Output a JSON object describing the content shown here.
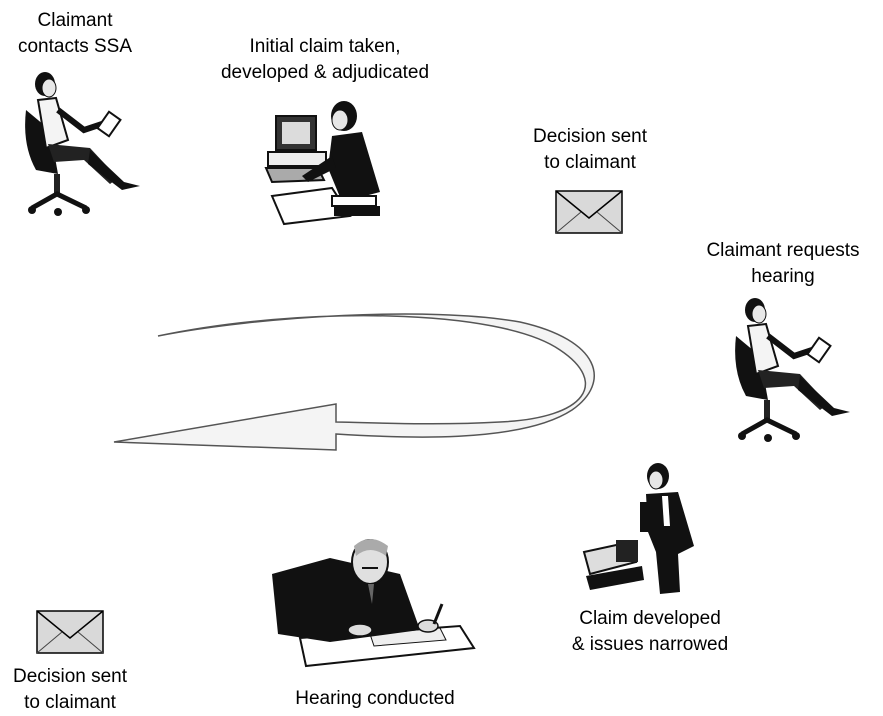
{
  "labels": {
    "step1": {
      "line1": "Claimant",
      "line2": "contacts SSA"
    },
    "step2": {
      "line1": "Initial claim taken,",
      "line2": "developed & adjudicated"
    },
    "step3": {
      "line1": "Decision sent",
      "line2": "to claimant"
    },
    "step4": {
      "line1": "Claimant requests",
      "line2": "hearing"
    },
    "step5": {
      "line1": "Claim developed",
      "line2": "& issues narrowed"
    },
    "step6": {
      "line1": "Hearing conducted"
    },
    "step7": {
      "line1": "Decision sent",
      "line2": "to claimant"
    }
  },
  "colors": {
    "ink": "#000000",
    "envelope_fill": "#d9d9d9",
    "arrow_fill": "#f4f4f4",
    "arrow_stroke": "#555555"
  },
  "icons": [
    "seated-claimant-icon",
    "clerk-at-computer-icon",
    "envelope-icon",
    "phone-caller-icon",
    "judge-writing-icon"
  ]
}
